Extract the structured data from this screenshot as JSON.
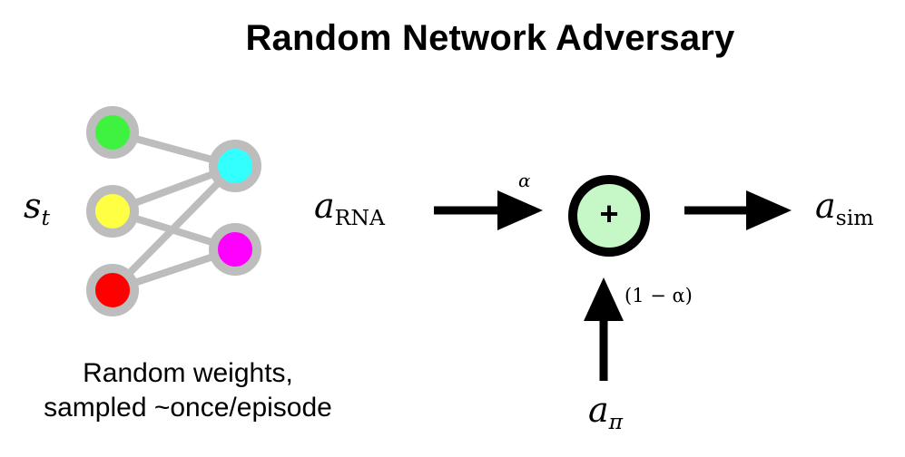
{
  "title": "Random Network Adversary",
  "labels": {
    "state": {
      "main": "s",
      "sub": "t"
    },
    "rna_action": {
      "main": "a",
      "sub": "RNA"
    },
    "sim_action": {
      "main": "a",
      "sub": "sim"
    },
    "policy_action": {
      "main": "a",
      "sub": "π"
    },
    "alpha": "α",
    "one_minus_alpha": "(1 − α)",
    "plus": "+"
  },
  "caption": {
    "line1": "Random weights,",
    "line2": "sampled ~once/episode"
  },
  "network": {
    "input_nodes": [
      {
        "name": "green",
        "color": "#3ff23f"
      },
      {
        "name": "yellow",
        "color": "#ffff44"
      },
      {
        "name": "red",
        "color": "#ff0000"
      }
    ],
    "output_nodes": [
      {
        "name": "cyan",
        "color": "#33ffff"
      },
      {
        "name": "magenta",
        "color": "#ff00ff"
      }
    ],
    "node_ring_color": "#bdbdbd",
    "edge_color": "#bdbdbd"
  },
  "sum_node": {
    "fill": "#c6f7c6",
    "stroke": "#000000"
  }
}
